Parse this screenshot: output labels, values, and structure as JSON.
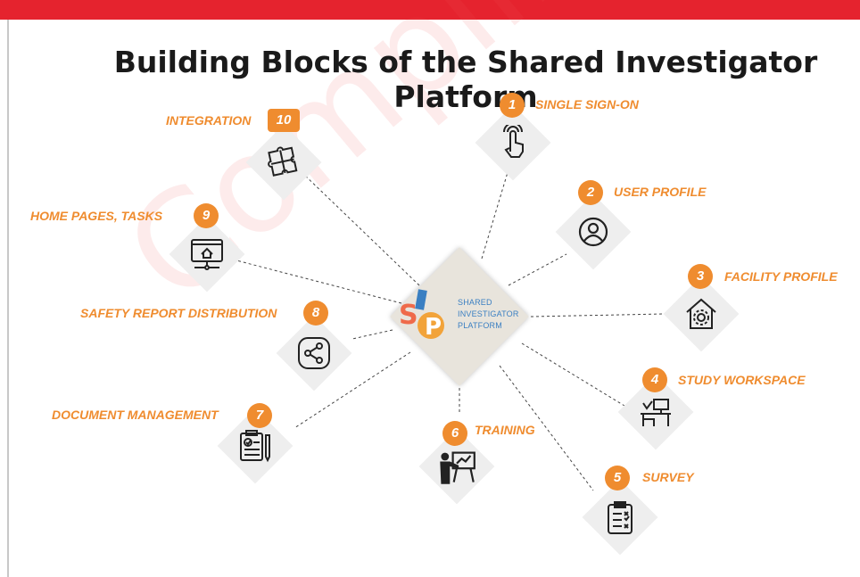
{
  "title": "Building Blocks of the Shared Investigator Platform",
  "watermark": "Complimentary",
  "hub": {
    "logo_letters": "SIP",
    "text_lines": [
      "SHARED",
      "INVESTIGATOR",
      "PLATFORM"
    ]
  },
  "blocks": [
    {
      "number": "1",
      "label": "SINGLE SIGN-ON",
      "icon": "touch-icon"
    },
    {
      "number": "2",
      "label": "USER PROFILE",
      "icon": "user-icon"
    },
    {
      "number": "3",
      "label": "FACILITY PROFILE",
      "icon": "facility-gear-icon"
    },
    {
      "number": "4",
      "label": "STUDY WORKSPACE",
      "icon": "desk-icon"
    },
    {
      "number": "5",
      "label": "SURVEY",
      "icon": "clipboard-checklist-icon"
    },
    {
      "number": "6",
      "label": "TRAINING",
      "icon": "presenter-icon"
    },
    {
      "number": "7",
      "label": "DOCUMENT MANAGEMENT",
      "icon": "document-pen-icon"
    },
    {
      "number": "8",
      "label": "SAFETY REPORT DISTRIBUTION",
      "icon": "share-icon"
    },
    {
      "number": "9",
      "label": "HOME PAGES, TASKS",
      "icon": "home-browser-icon"
    },
    {
      "number": "10",
      "label": "INTEGRATION",
      "icon": "puzzle-icon"
    }
  ],
  "colors": {
    "accent": "#ef8c2f",
    "top_bar": "#e5232e",
    "hub_text": "#3a7fc2"
  }
}
